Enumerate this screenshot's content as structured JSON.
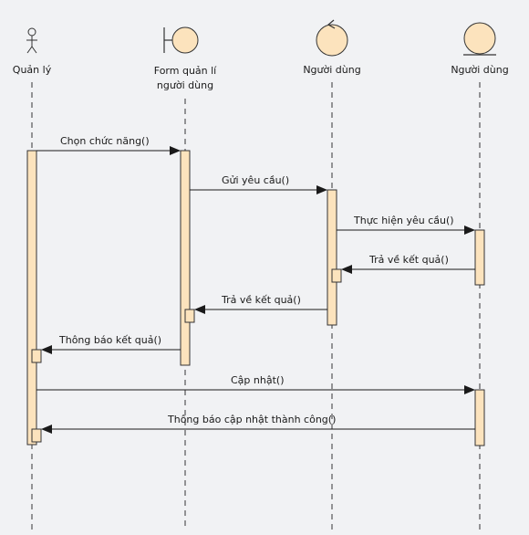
{
  "diagram": {
    "type": "sequence",
    "participants": [
      {
        "name": "Quản lý",
        "kind": "actor"
      },
      {
        "name": "Form quản lí\nngười dùng",
        "kind": "boundary"
      },
      {
        "name": "Người dùng",
        "kind": "control"
      },
      {
        "name": "Người dùng",
        "kind": "entity"
      }
    ],
    "messages": [
      {
        "label": "Chọn chức năng()",
        "from": 0,
        "to": 1
      },
      {
        "label": "Gửi yêu cầu()",
        "from": 1,
        "to": 2
      },
      {
        "label": "Thực hiện yêu cầu()",
        "from": 2,
        "to": 3
      },
      {
        "label": "Trả về kết quả()",
        "from": 3,
        "to": 2
      },
      {
        "label": "Trả về kết quả()",
        "from": 2,
        "to": 1
      },
      {
        "label": "Thông báo kết quả()",
        "from": 1,
        "to": 0
      },
      {
        "label": "Cập nhật()",
        "from": 0,
        "to": 3
      },
      {
        "label": "Thông báo cập nhật thành công()",
        "from": 3,
        "to": 0
      }
    ],
    "colors": {
      "activation_fill": "#fce3bd",
      "lifeline_head_fill": "#fce3bd",
      "line": "#1a1a1a",
      "background": "#f1f2f4"
    }
  }
}
